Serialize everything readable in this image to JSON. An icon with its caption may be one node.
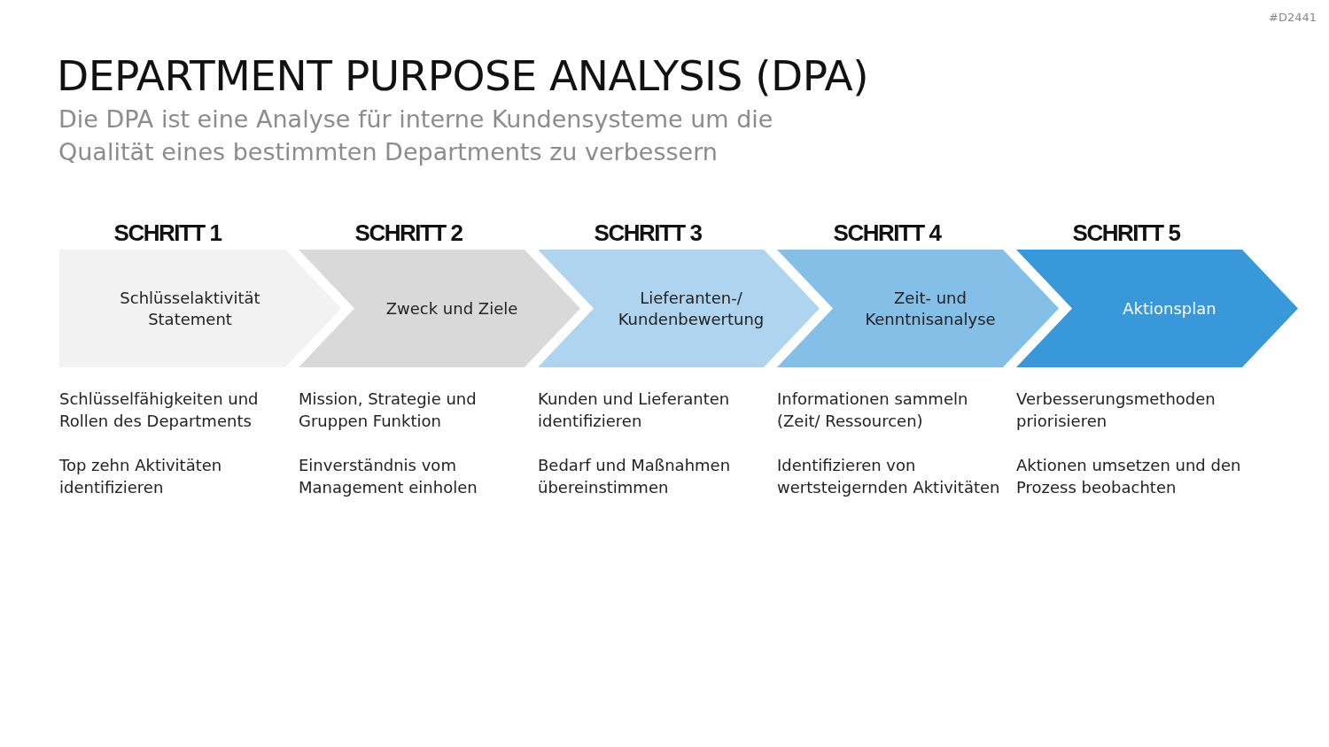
{
  "diagram": {
    "title": "DEPARTMENT PURPOSE ANALYSIS (DPA)",
    "nodes": [
      {
        "text": [
          "SCHRITT 1",
          "Schlüsselaktivität Statement"
        ],
        "beside": [
          "Schlüsselfähigkeiten und Rollen des Departments",
          "Top zehn Aktivitäten identifizieren"
        ]
      },
      {
        "text": [
          "SCHRITT 2",
          "Zweck und Ziele"
        ],
        "beside": [
          "Mission, Strategie und Gruppen Funktion",
          "Einverständnis vom Management einholen"
        ]
      },
      {
        "text": [
          "SCHRITT 3",
          "Lieferanten-/ Kundenbewertung"
        ],
        "beside": [
          "Kunden und Lieferanten identifizieren",
          "Bedarf und Maßnahmen übereinstimmen"
        ]
      },
      {
        "text": [
          "SCHRITT 4",
          "Zeit- und Kenntnisanalyse"
        ],
        "beside": [
          "Informationen sammeln (Zeit/ Ressourcen)",
          "Identifizieren von wertsteigernden Aktivitäten"
        ]
      },
      {
        "text": [
          "SCHRITT 5",
          "Aktionsplan"
        ],
        "beside": [
          "Verbesserungsmethoden priorisieren",
          "Aktionen umsetzen und den Prozess beobachten"
        ]
      }
    ],
    "labels": [
      "#D2441",
      "Die DPA ist eine Analyse für interne Kundensysteme um die Qualität eines bestimmten Departments zu verbessern"
    ]
  }
}
